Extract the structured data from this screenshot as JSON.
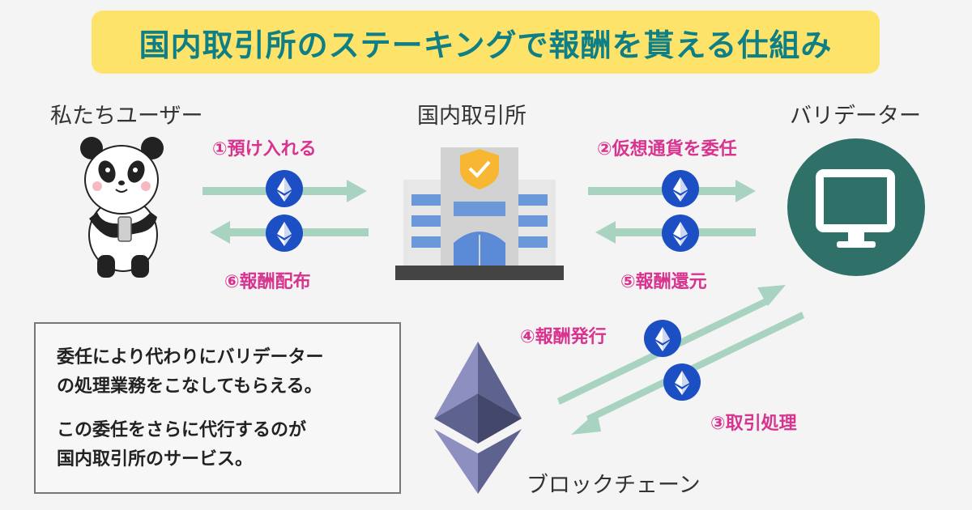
{
  "title": "国内取引所のステーキングで報酬を貰える仕組み",
  "actors": {
    "users": "私たちユーザー",
    "exchange": "国内取引所",
    "validator": "バリデーター",
    "blockchain": "ブロックチェーン"
  },
  "steps": {
    "s1": "①預け入れる",
    "s2": "②仮想通貨を委任",
    "s3": "③取引処理",
    "s4": "④報酬発行",
    "s5": "⑤報酬還元",
    "s6": "⑥報酬配布"
  },
  "description": {
    "line1": "委任により代わりにバリデーター",
    "line2": "の処理業務をこなしてもらえる。",
    "line3": "この委任をさらに代行するのが",
    "line4": "国内取引所のサービス。"
  },
  "colors": {
    "title_bg": "#fde36a",
    "title_text": "#0f7f86",
    "step_text": "#d8338f",
    "arrow": "#a9d3c1",
    "eth_coin": "#1d4fc4",
    "validator_circle": "#2f7168"
  }
}
